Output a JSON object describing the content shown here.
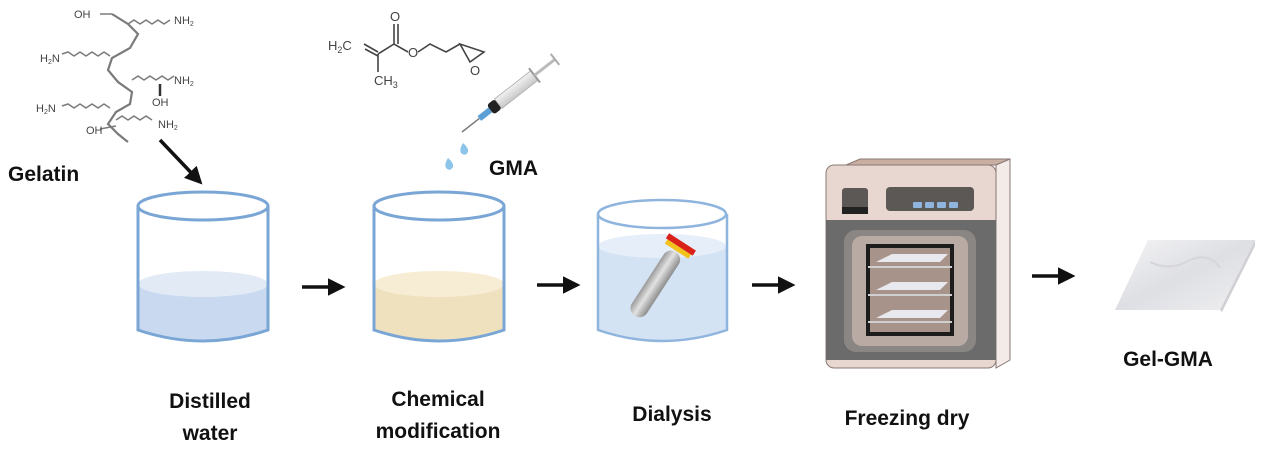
{
  "title": "Gel-GMA synthesis process",
  "gelatin": {
    "label": "Gelatin",
    "groups": {
      "oh": "OH",
      "nh2": "NH",
      "h2n": "H",
      "n": "N",
      "sub2": "2"
    }
  },
  "gma": {
    "label": "GMA",
    "structure": {
      "h2c": "H",
      "c": "C",
      "ch3": "CH",
      "sub2": "2",
      "sub3": "3",
      "o": "O"
    }
  },
  "steps": [
    {
      "id": "distilled-water",
      "line1": "Distilled",
      "line2": "water"
    },
    {
      "id": "chemical-modification",
      "line1": "Chemical",
      "line2": "modification"
    },
    {
      "id": "dialysis",
      "line1": "Dialysis"
    },
    {
      "id": "freezing-dry",
      "line1": "Freezing dry"
    },
    {
      "id": "gel-gma",
      "line1": "Gel-GMA"
    }
  ],
  "colors": {
    "beaker_outline": "#7aa6d6",
    "water": "#d7e2f2",
    "gelatin_solution": "#f3e6c3",
    "dialysis_water": "#dbe8f6",
    "freezer_body": "#e8d7d0",
    "freezer_panel": "#6b6b6b",
    "tube_cap_red": "#d9211a",
    "tube_cap_yellow": "#f2c21a",
    "arrow": "#111111"
  }
}
